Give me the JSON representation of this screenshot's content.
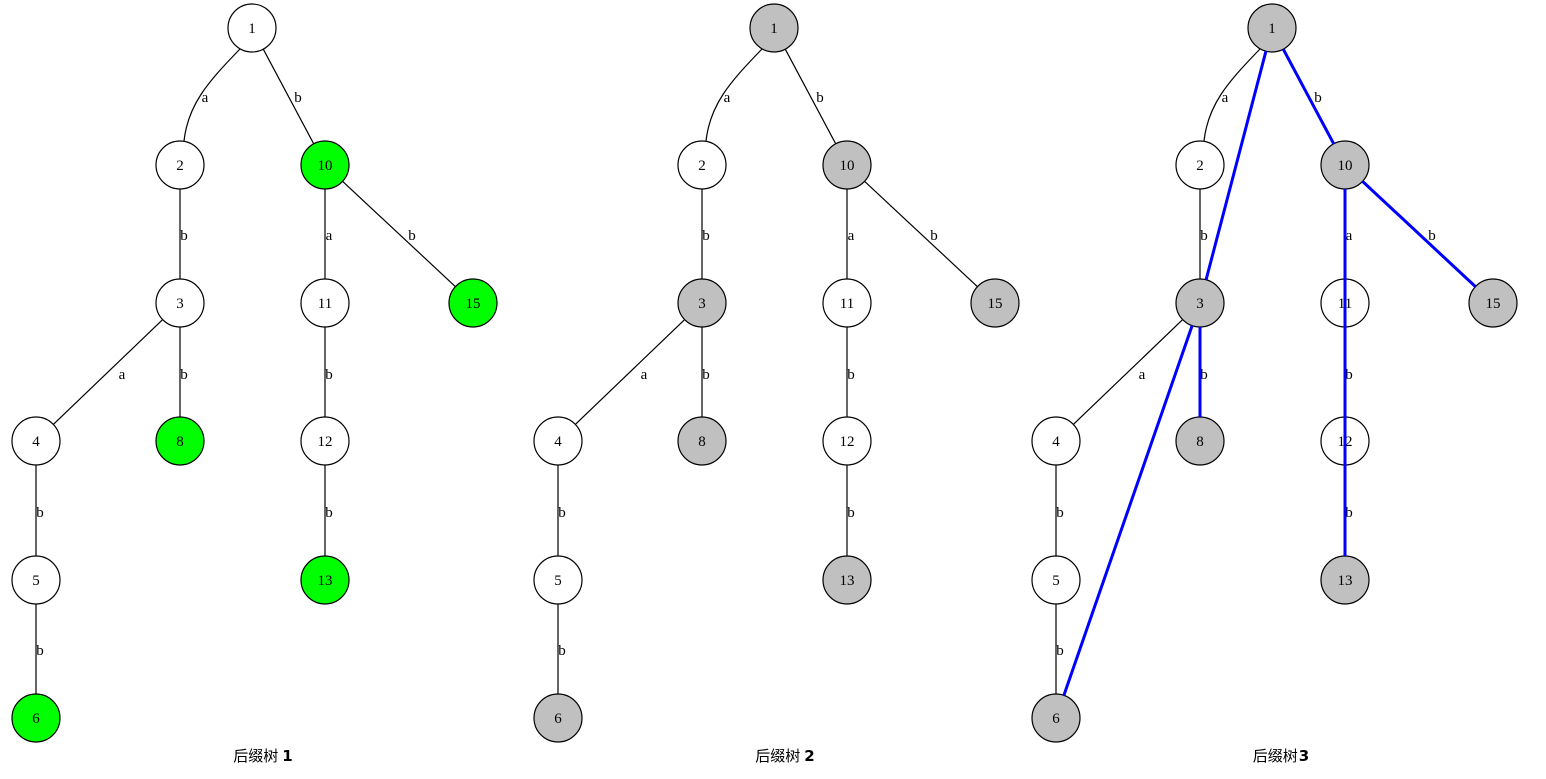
{
  "colors": {
    "green": "#00ff00",
    "gray": "#c0c0c0",
    "white": "#ffffff",
    "highlight": "#0000ff"
  },
  "trees": [
    {
      "caption": "后缀树",
      "caption_num": "1",
      "filled": [
        "10",
        "15",
        "8",
        "13",
        "6"
      ],
      "fill_color": "green",
      "highlight_edges": []
    },
    {
      "caption": "后缀树",
      "caption_num": "2",
      "filled": [
        "1",
        "10",
        "3",
        "15",
        "8",
        "13",
        "6"
      ],
      "fill_color": "gray",
      "highlight_edges": []
    },
    {
      "caption": "后缀树",
      "caption_num": "3",
      "filled": [
        "1",
        "10",
        "3",
        "15",
        "8",
        "13",
        "6"
      ],
      "fill_color": "gray",
      "highlight_edges": [
        [
          "1",
          "10"
        ],
        [
          "10",
          "15"
        ],
        [
          "10",
          "13"
        ],
        [
          "1",
          "3"
        ],
        [
          "3",
          "8"
        ],
        [
          "3",
          "6"
        ]
      ]
    }
  ],
  "nodes": [
    "1",
    "2",
    "10",
    "3",
    "11",
    "15",
    "4",
    "8",
    "12",
    "5",
    "13",
    "6"
  ],
  "edges": [
    {
      "from": "1",
      "to": "2",
      "label": "a"
    },
    {
      "from": "1",
      "to": "10",
      "label": "b"
    },
    {
      "from": "2",
      "to": "3",
      "label": "b"
    },
    {
      "from": "10",
      "to": "11",
      "label": "a"
    },
    {
      "from": "10",
      "to": "15",
      "label": "b"
    },
    {
      "from": "3",
      "to": "4",
      "label": "a"
    },
    {
      "from": "3",
      "to": "8",
      "label": "b"
    },
    {
      "from": "11",
      "to": "12",
      "label": "b"
    },
    {
      "from": "4",
      "to": "5",
      "label": "b"
    },
    {
      "from": "12",
      "to": "13",
      "label": "b"
    },
    {
      "from": "5",
      "to": "6",
      "label": "b"
    }
  ]
}
